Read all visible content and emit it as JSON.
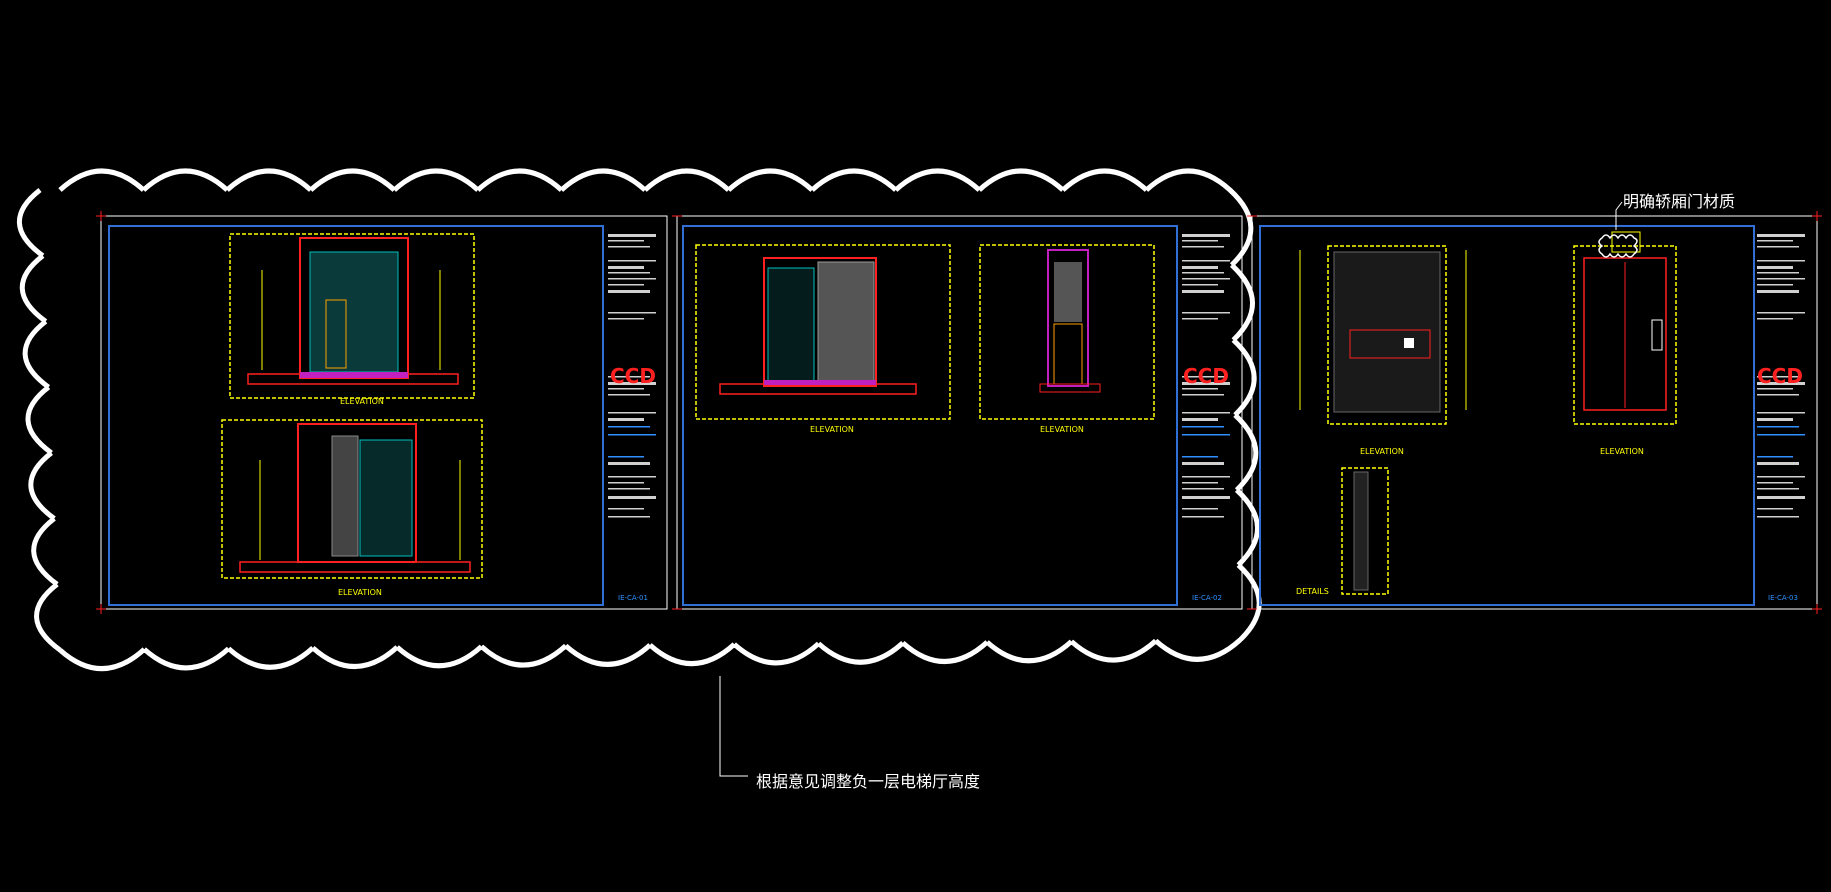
{
  "annotations": {
    "top_right": "明确轿厢门材质",
    "bottom": "根据意见调整负一层电梯厅高度"
  },
  "sheets": [
    {
      "logo": "CCD",
      "sheet_number": "IE-CA-01",
      "views": [
        {
          "title": "ELEVATION"
        },
        {
          "title": "ELEVATION"
        }
      ]
    },
    {
      "logo": "CCD",
      "sheet_number": "IE-CA-02",
      "views": [
        {
          "title": "ELEVATION"
        },
        {
          "title": "ELEVATION"
        }
      ]
    },
    {
      "logo": "CCD",
      "sheet_number": "IE-CA-03",
      "views": [
        {
          "title": "ELEVATION"
        },
        {
          "title": "ELEVATION"
        },
        {
          "title": "DETAILS"
        }
      ]
    }
  ],
  "colors": {
    "background": "#000000",
    "cloud": "#ffffff",
    "sheet_border": "#ffffff",
    "inner_frame": "#2f6fd6",
    "view_frame": "#ffff00",
    "wall": "#ff2020",
    "accent_magenta": "#c020c0",
    "accent_cyan": "#00c0c0",
    "logo": "#ff2020"
  }
}
